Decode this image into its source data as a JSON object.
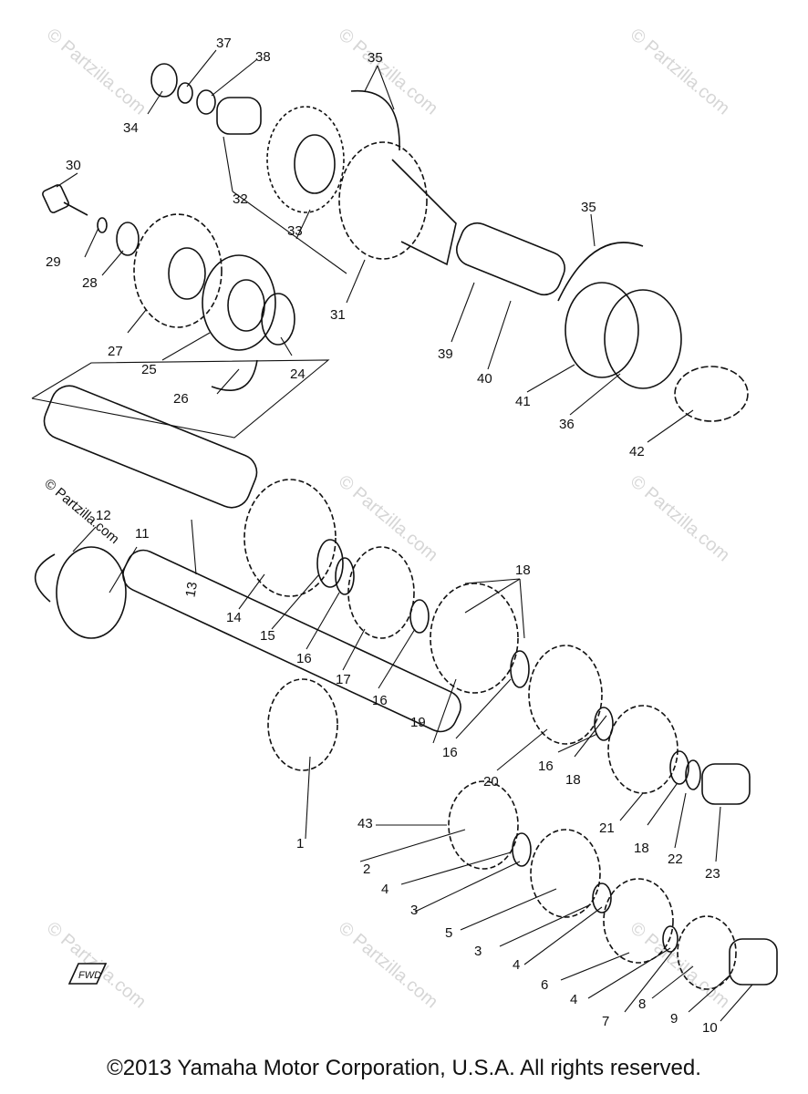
{
  "callouts": [
    "1",
    "2",
    "3",
    "4",
    "5",
    "6",
    "7",
    "8",
    "9",
    "10",
    "11",
    "12",
    "13",
    "14",
    "15",
    "16",
    "17",
    "18",
    "19",
    "20",
    "21",
    "22",
    "23",
    "24",
    "25",
    "26",
    "27",
    "28",
    "29",
    "30",
    "31",
    "32",
    "33",
    "34",
    "35",
    "36",
    "37",
    "38",
    "39",
    "40",
    "41",
    "42",
    "43"
  ],
  "watermark": "© Partzilla.com",
  "fwd_label": "FWD",
  "copyright": "©2013 Yamaha Motor Corporation, U.S.A. All rights reserved."
}
